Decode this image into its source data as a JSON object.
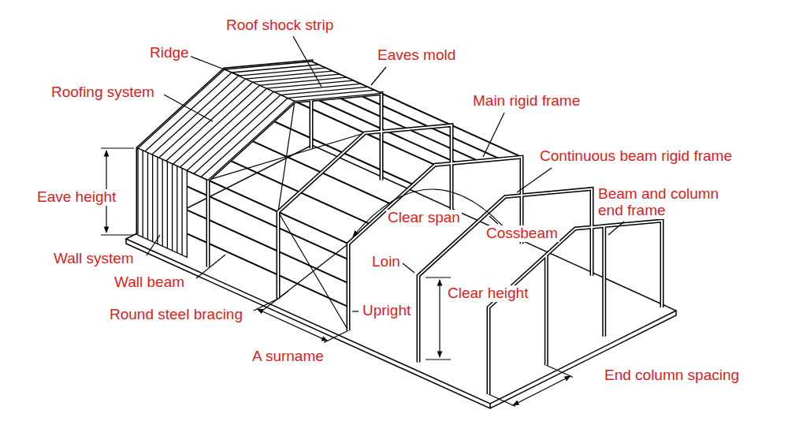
{
  "diagram": {
    "labels": [
      "Roof shock strip",
      "Ridge",
      "Eaves mold",
      "Roofing system",
      "Main rigid frame",
      "Continuous beam rigid frame",
      "Beam and column end frame",
      "Eave height",
      "Clear span",
      "Cossbeam",
      "Wall system",
      "Loin",
      "Clear height",
      "Wall beam",
      "Upright",
      "Round steel bracing",
      "A surname",
      "End column spacing"
    ]
  }
}
